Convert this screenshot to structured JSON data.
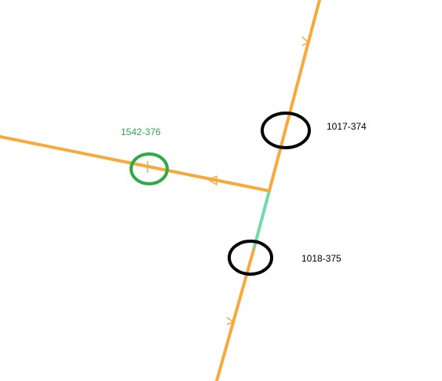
{
  "labels": {
    "green_node": "1542-376",
    "upper_node": "1017-374",
    "lower_node": "1018-375"
  },
  "colors": {
    "road": "#f7a93b",
    "segment_highlight": "#6fdba8",
    "green_marker": "#2eaa45",
    "black_marker": "#000000",
    "green_text": "#2eaa45",
    "black_text": "#000000"
  },
  "icons": [
    "forward-arrow-icon",
    "backward-arrow-icon"
  ]
}
